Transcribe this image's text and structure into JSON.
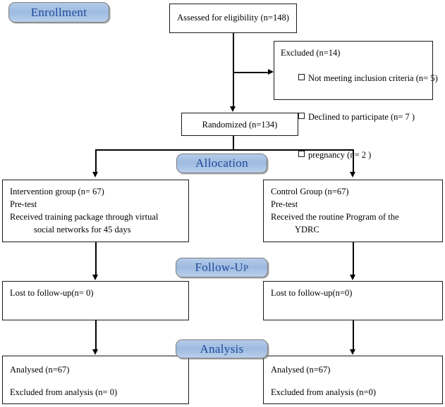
{
  "figure": {
    "type": "consort-flow-diagram",
    "stages": [
      {
        "id": "enrollment",
        "label": "Enrollment"
      },
      {
        "id": "allocation",
        "label": "Allocation"
      },
      {
        "id": "followup",
        "label_main": "Follow-U",
        "label_tail": "P"
      },
      {
        "id": "analysis",
        "label": "Analysis"
      }
    ],
    "colors": {
      "banner_fill": "#9dbbe0",
      "banner_border": "#7f7f7f",
      "banner_text": "#20499b",
      "box_border": "#1a1a1a",
      "box_fill": "#ffffff",
      "connector": "#000000"
    }
  },
  "enrollment": {
    "assessed": {
      "text": "Assessed for eligibility (n=148)"
    },
    "excluded": {
      "title": "Excluded (n=14)",
      "reasons": [
        "Not meeting inclusion criteria (n= 5)",
        "Declined to participate (n= 7 )",
        "pregnancy (n= 2 )"
      ]
    },
    "randomized": {
      "text": "Randomized (n=134)"
    }
  },
  "allocation": {
    "intervention": {
      "line1": "Intervention group (n= 67)",
      "line2": "Pre-test",
      "line3": "Received training package through virtual",
      "line4": "social networks for 45 days"
    },
    "control": {
      "line1": "Control Group (n=67)",
      "line2": "Pre-test",
      "line3": "Received the routine Program of the",
      "line4": "YDRC"
    }
  },
  "followup": {
    "intervention": {
      "text": "Lost to follow-up(n= 0)"
    },
    "control": {
      "text": "Lost to follow-up(n=0)"
    }
  },
  "analysis": {
    "intervention": {
      "line1": "Analysed (n=67)",
      "line2": "Excluded from analysis (n= 0)"
    },
    "control": {
      "line1": "Analysed (n=67)",
      "line2": "Excluded from analysis (n=0)"
    }
  }
}
